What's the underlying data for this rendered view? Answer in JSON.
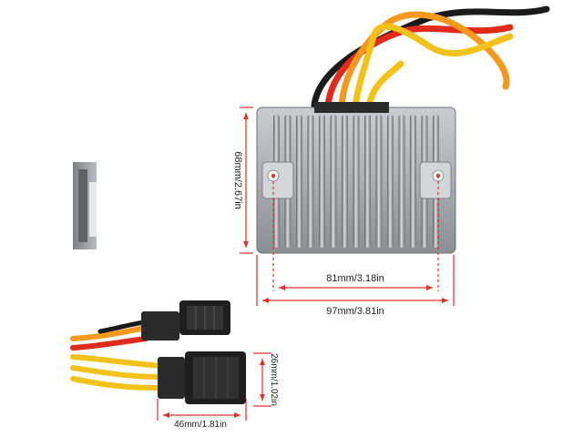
{
  "dimensions": {
    "height": "68mm/2.67in",
    "inner_width": "81mm/3.18in",
    "outer_width": "97mm/3.81in",
    "connector_height": "26mm/1.02in",
    "connector_width": "46mm/1.81in"
  },
  "colors": {
    "dimension_line": "#e0302a",
    "dimension_text": "#222222",
    "wire_yellow": "#f2c21b",
    "wire_orange": "#f39a1e",
    "wire_red": "#e02a1c",
    "wire_black": "#1a1a1a",
    "heatsink": "#9aa0a6",
    "connector": "#2a2a2a"
  }
}
